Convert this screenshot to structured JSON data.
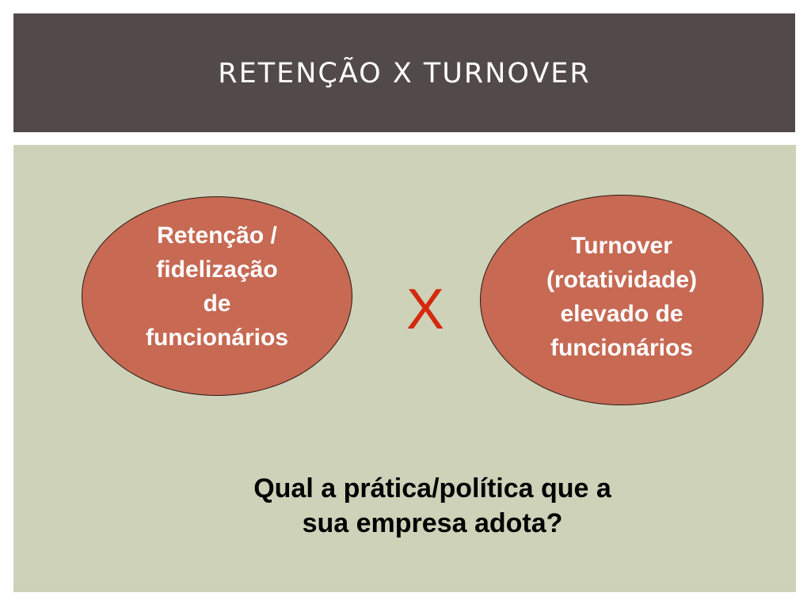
{
  "slide": {
    "title": "RETENÇÃO X TURNOVER",
    "left_concept": "Retenção /\nfidelização\nde\nfuncionários",
    "versus": "X",
    "right_concept": "Turnover\n(rotatividade)\nelevado de\nfuncionários",
    "question": "Qual a prática/política que a\nsua empresa adota?"
  },
  "colors": {
    "title_bar": "#524a48",
    "content_panel": "#cdd2b8",
    "ellipse_fill": "#c76953",
    "versus_text": "#d4290f"
  }
}
